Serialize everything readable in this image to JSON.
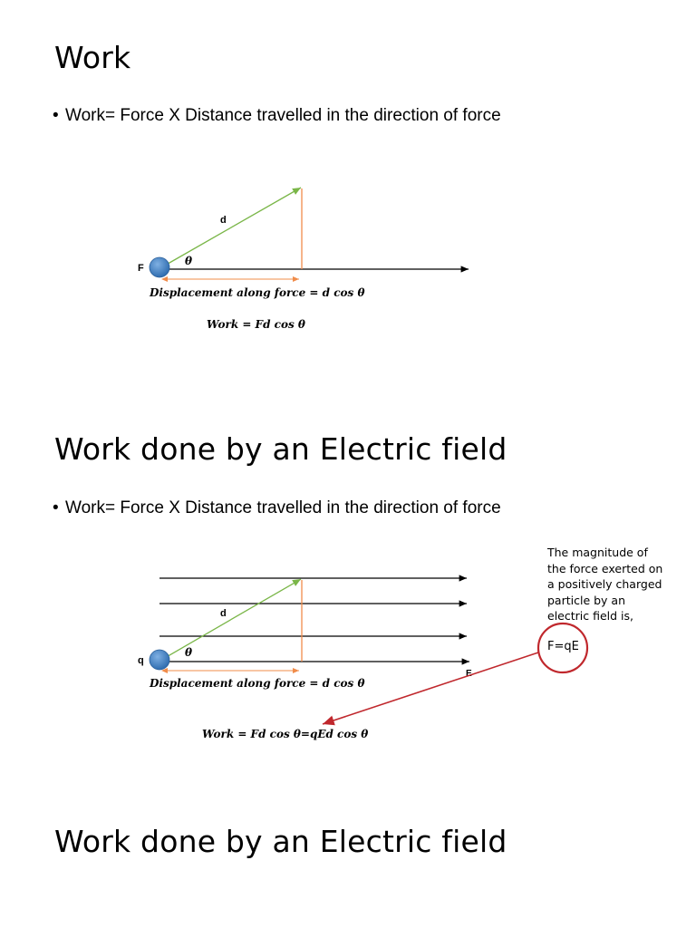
{
  "slide1": {
    "title": "Work",
    "bullet": "Work= Force X Distance travelled in the direction of force",
    "diagram": {
      "force_label": "F",
      "distance_label": "d",
      "angle_label": "θ",
      "displacement_eq": "Displacement along force = d cos θ",
      "work_eq": "Work = Fd cos θ"
    }
  },
  "slide2": {
    "title": "Work done by an Electric field",
    "bullet": "Work= Force X Distance travelled in the direction of force",
    "diagram": {
      "charge_label": "q",
      "distance_label": "d",
      "angle_label": "θ",
      "field_label": "E",
      "displacement_eq": "Displacement along force = d cos θ",
      "work_eq": "Work = Fd cos θ=qEd cos θ"
    },
    "note_lines": [
      "The magnitude of",
      "the force exerted on",
      "a positively charged",
      "particle by an",
      "electric field is,"
    ],
    "circle_label": "F=qE"
  },
  "slide3": {
    "title": "Work done by an Electric field"
  },
  "colors": {
    "ball": "#4a86c8",
    "displacement_vector": "#7ab648",
    "projection": "#f08c4a",
    "annotation": "#c0282d"
  }
}
